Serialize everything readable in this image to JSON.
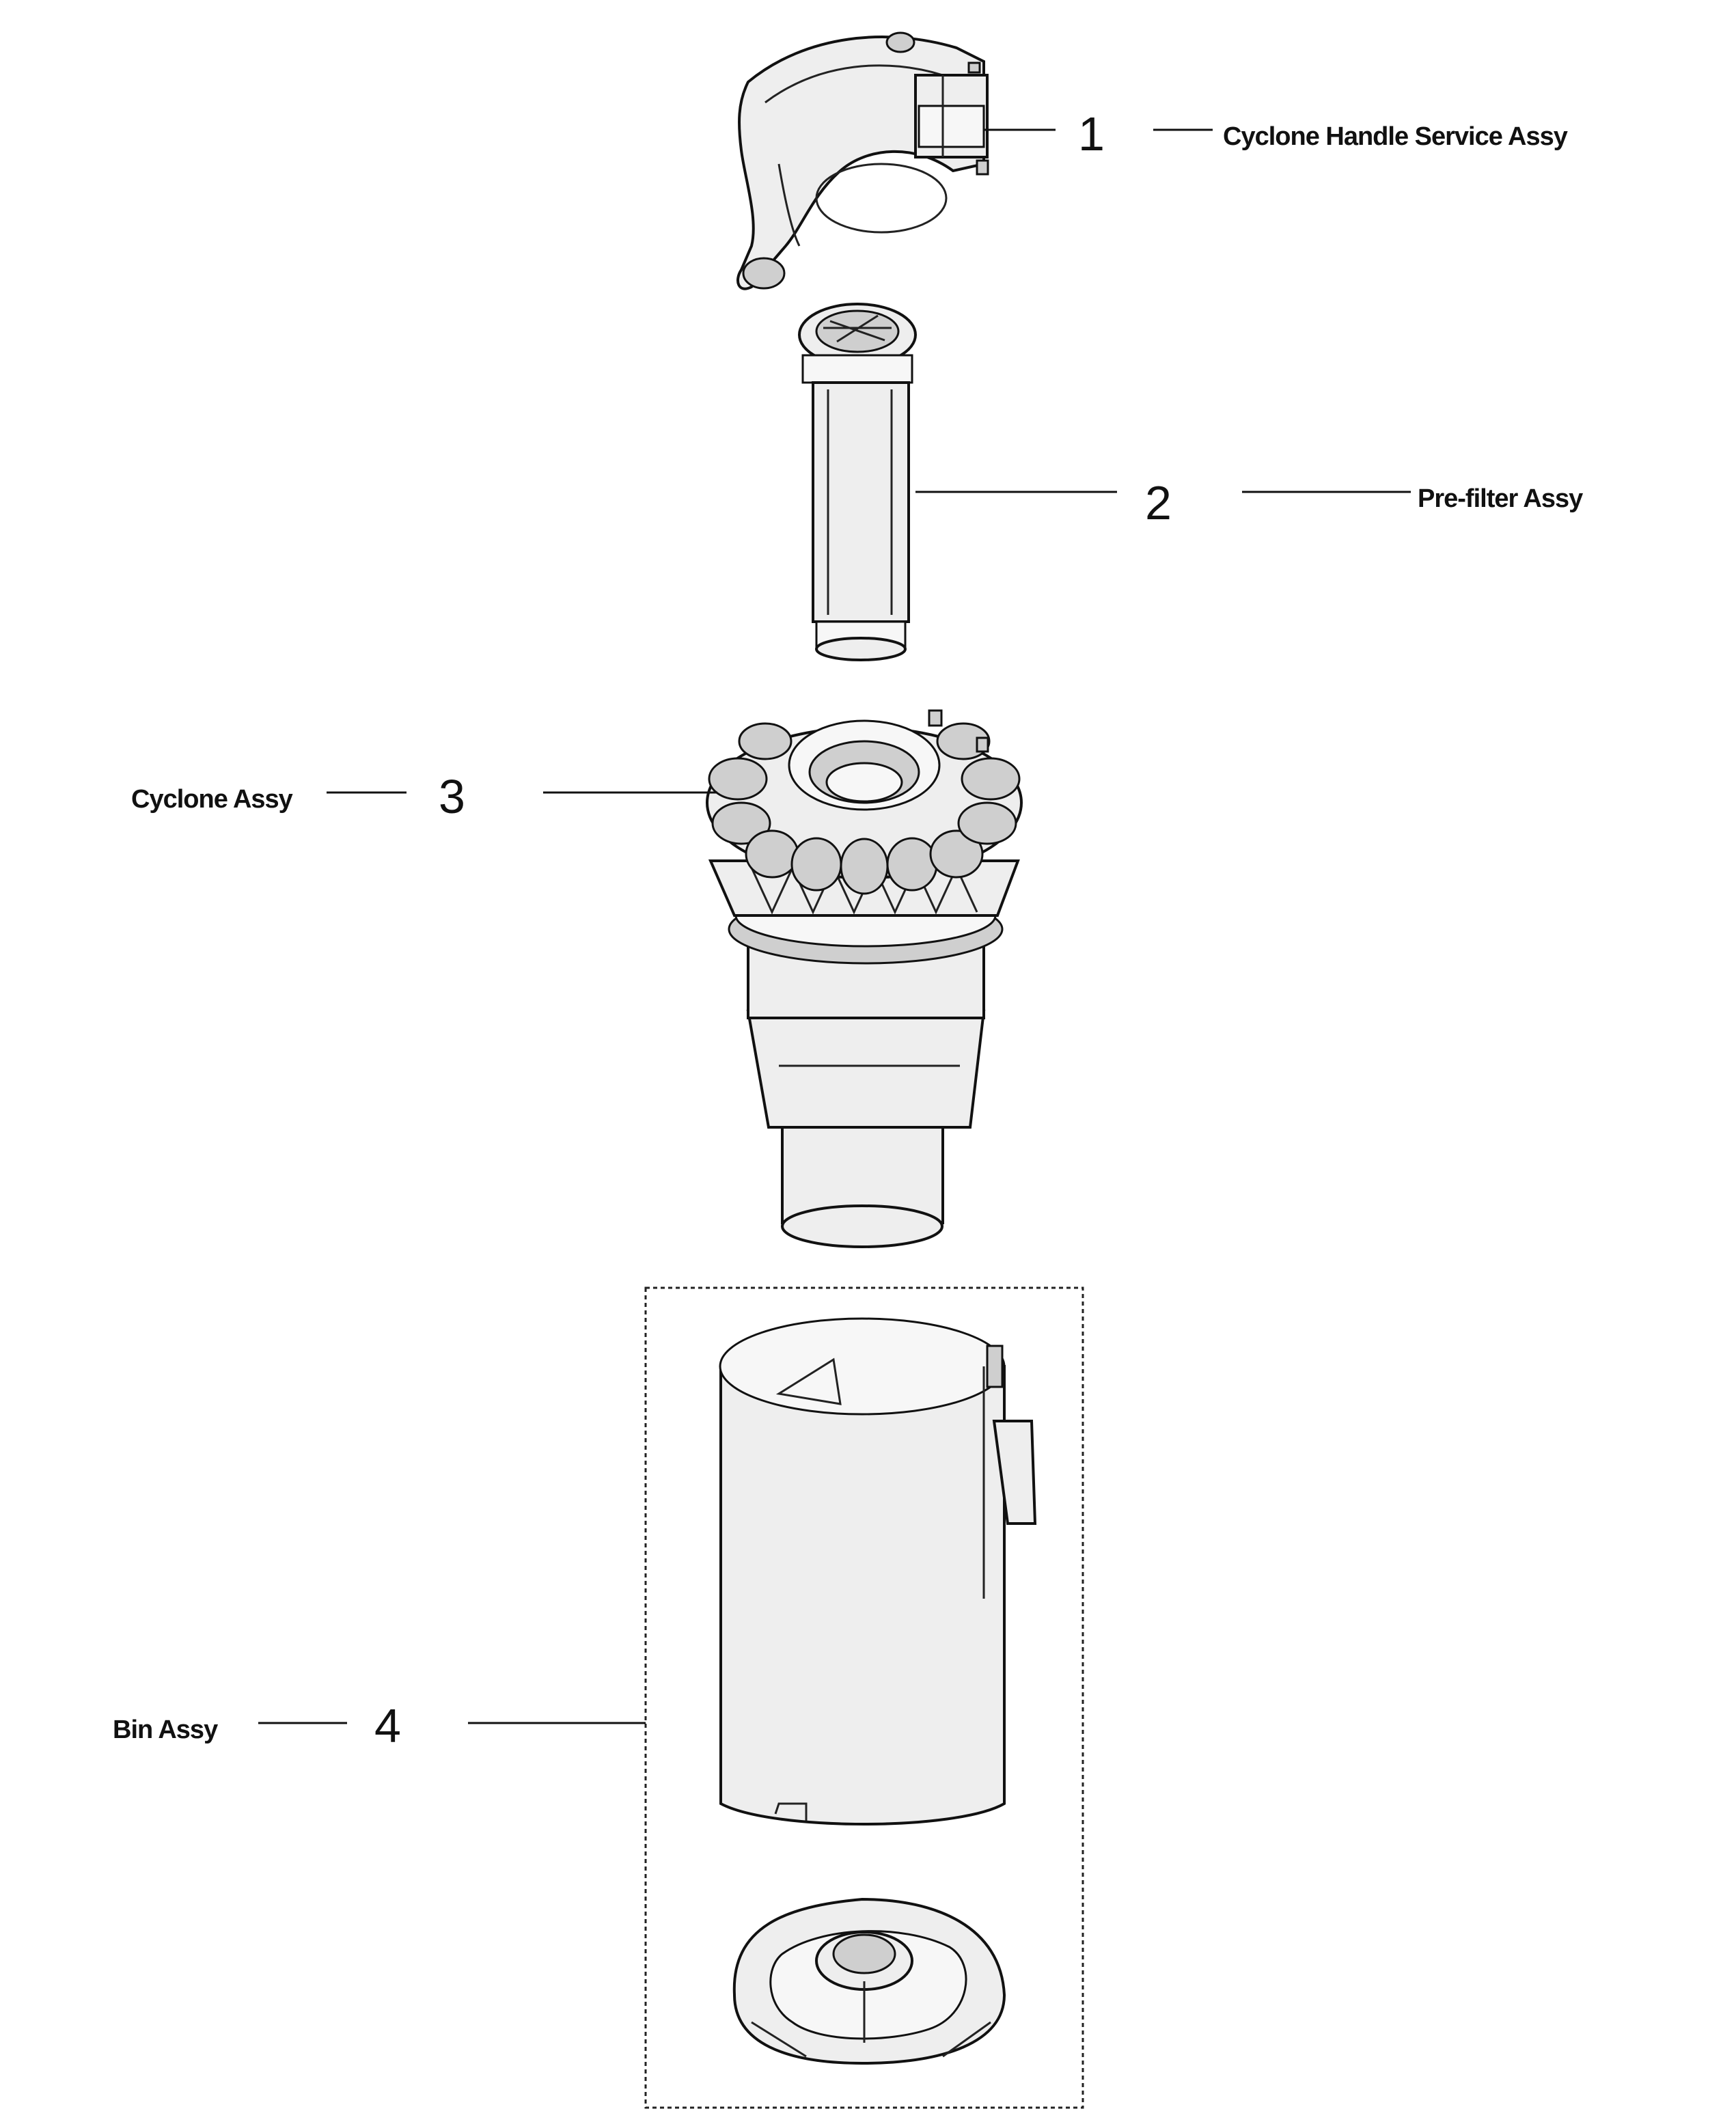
{
  "callouts": [
    {
      "number": "1",
      "label": "Cyclone Handle Service Assy"
    },
    {
      "number": "2",
      "label": "Pre-filter Assy"
    },
    {
      "number": "3",
      "label": "Cyclone Assy"
    },
    {
      "number": "4",
      "label": "Bin Assy"
    }
  ],
  "icons": {
    "part1": "cyclone-handle",
    "part2": "pre-filter-cylinder",
    "part3": "cyclone-assembly",
    "part4": "bin-with-base"
  }
}
